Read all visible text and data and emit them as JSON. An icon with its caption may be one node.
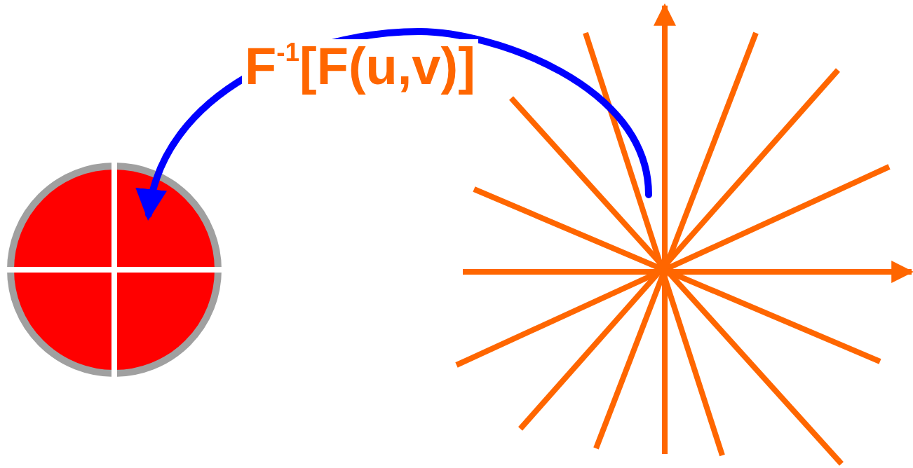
{
  "diagram": {
    "nodes": [
      {
        "text": [],
        "shape": "circle"
      },
      {
        "text": [],
        "shape": "picture"
      }
    ],
    "edges": [
      {
        "from": 1,
        "to": 0,
        "arrow": "to",
        "label": "F$^{-1}$[F(u,v)]",
        "color": "#0000ff"
      }
    ]
  }
}
